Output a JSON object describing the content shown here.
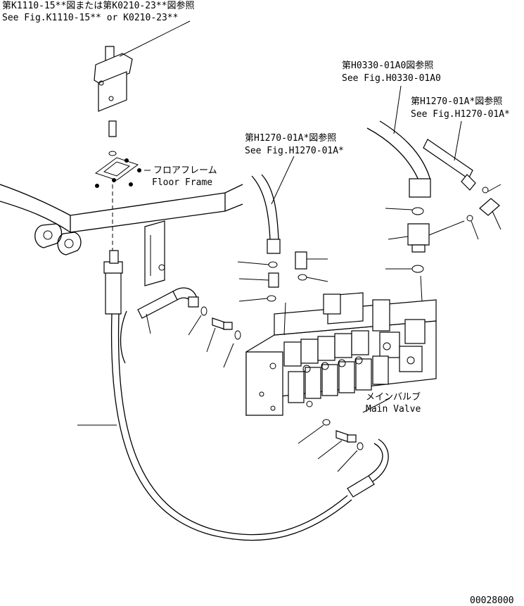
{
  "callouts": {
    "k1110_ja": "第K1110-15**図または第K0210-23**図参照",
    "k1110_en": "See Fig.K1110-15** or K0210-23**",
    "h0330_ja": "第H0330-01A0図参照",
    "h0330_en": "See Fig.H0330-01A0",
    "h1270_right_ja": "第H1270-01A*図参照",
    "h1270_right_en": "See Fig.H1270-01A*",
    "h1270_left_ja": "第H1270-01A*図参照",
    "h1270_left_en": "See Fig.H1270-01A*"
  },
  "labels": {
    "floor_frame_ja": "フロアフレーム",
    "floor_frame_en": "Floor Frame",
    "main_valve_ja": "メインバルブ",
    "main_valve_en": "Main Valve"
  },
  "drawing_number": "00028000"
}
